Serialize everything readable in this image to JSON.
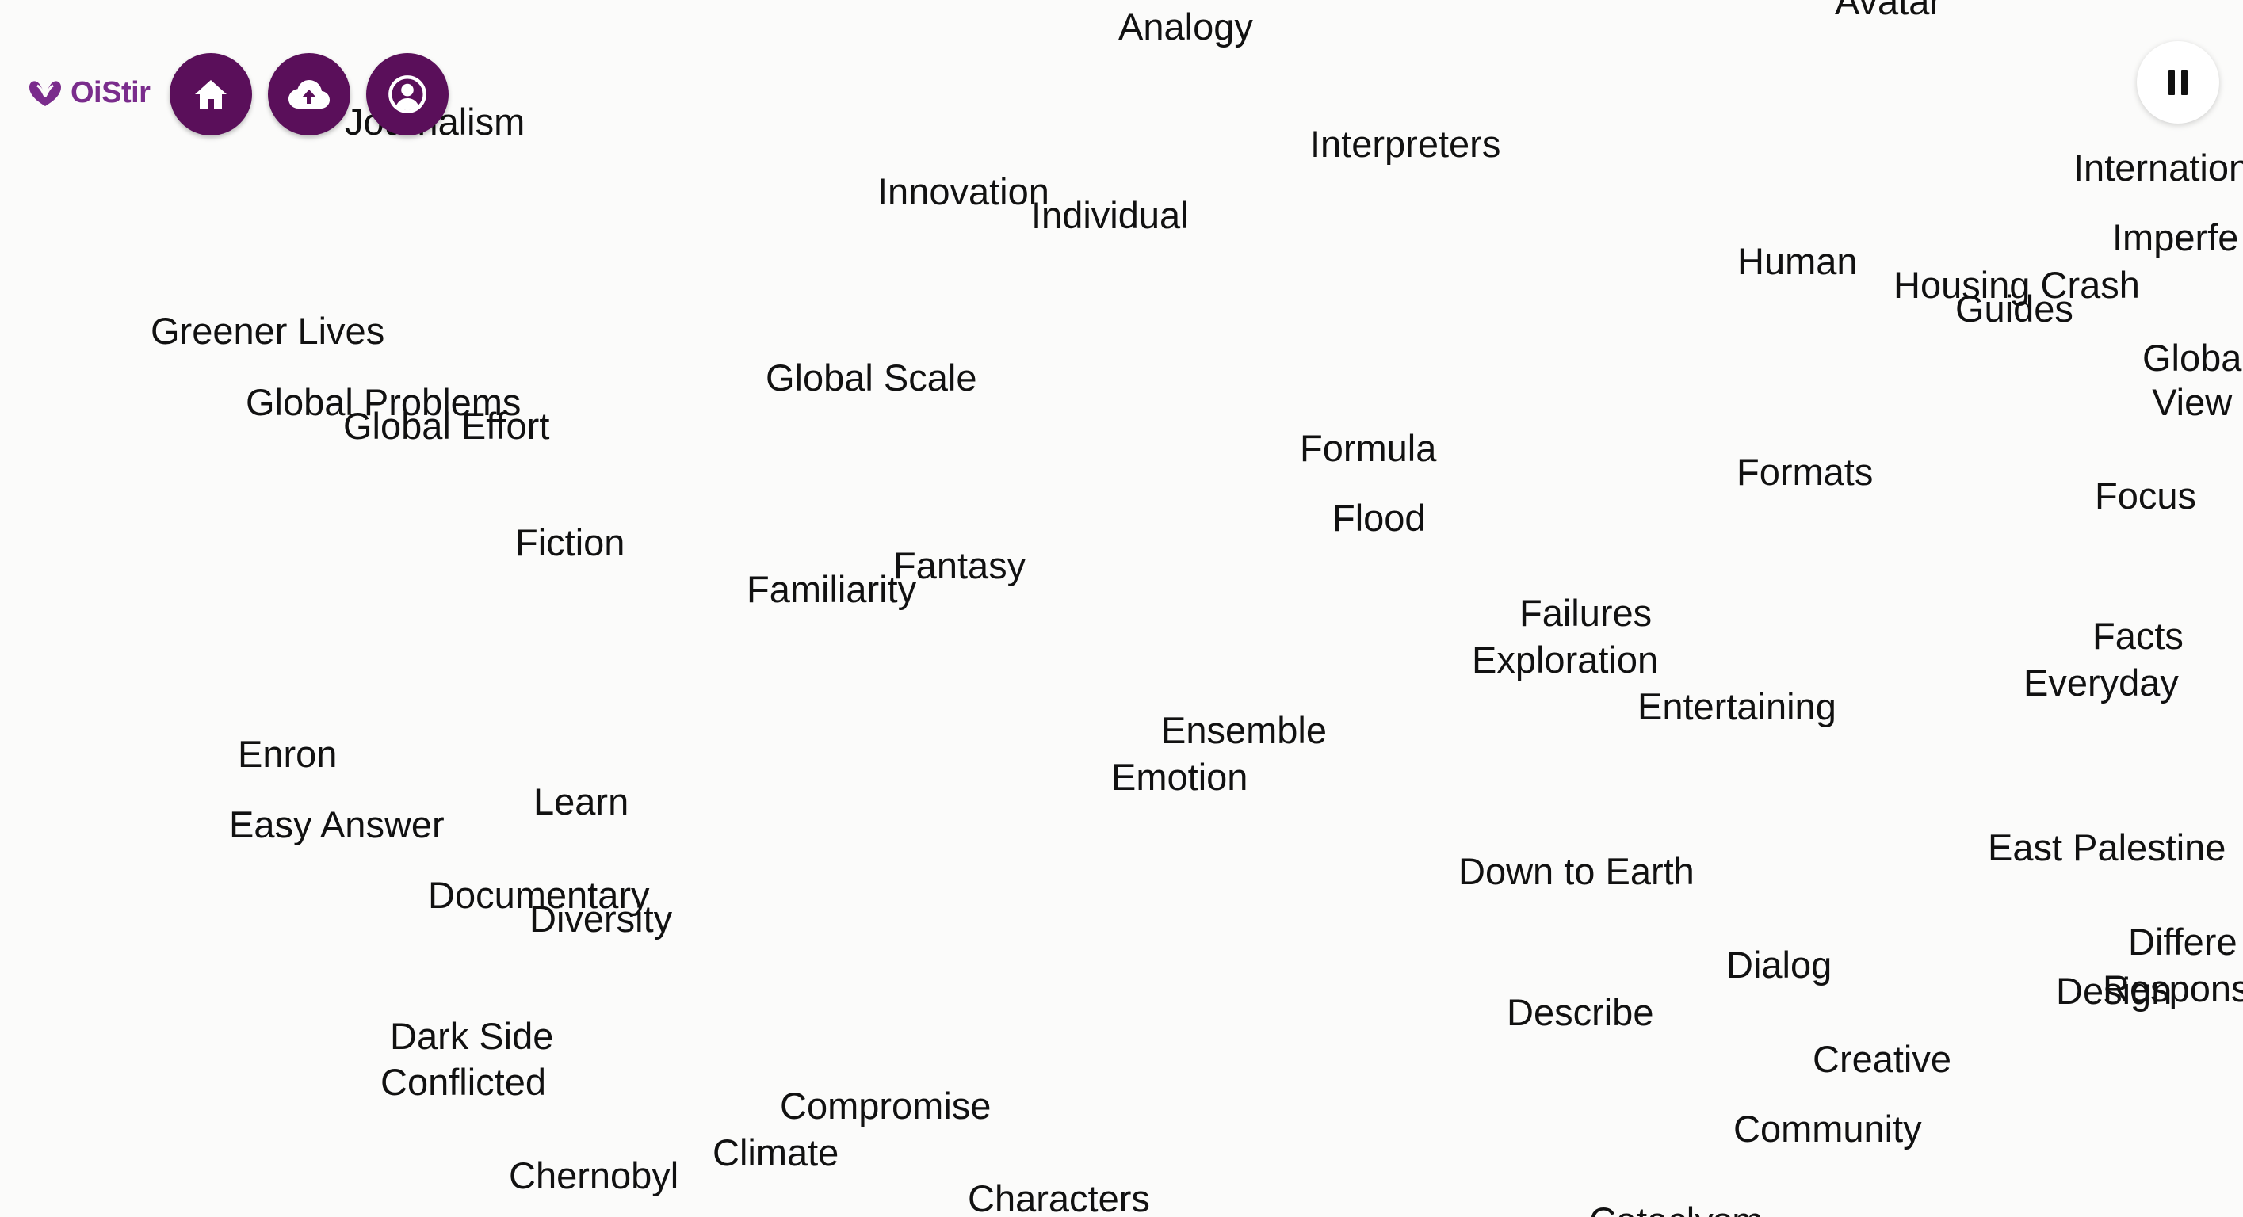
{
  "app": {
    "logo_text": "OiStir",
    "brand_color": "#5a0f5a",
    "logo_color": "#7a2c8c"
  },
  "toolbar": {
    "home_icon": "home-icon",
    "upload_icon": "cloud-upload-icon",
    "profile_icon": "user-profile-icon",
    "pause_icon": "pause-icon"
  },
  "words": [
    "Analogy",
    "Avatar",
    "Journalism",
    "Interpreters",
    "Internation",
    "Innovation",
    "Individual",
    "Imperfe",
    "Human",
    "Housing Crash",
    "Guides",
    "Greener Lives",
    "Global Scale",
    "Globa\nView",
    "Global Problems",
    "Global Effort",
    "Formula",
    "Formats",
    "Focus",
    "Flood",
    "Fiction",
    "Fantasy",
    "Familiarity",
    "Failures",
    "Facts",
    "Exploration",
    "Everyday",
    "Entertaining",
    "Ensemble",
    "Enron",
    "Emotion",
    "Learn",
    "Easy Answer",
    "East Palestine",
    "Down to Earth",
    "Documentary",
    "Diversity",
    "Differe",
    "Dialog",
    "Respons",
    "Design",
    "Describe",
    "Dark Side",
    "Conflicted",
    "Creative",
    "Compromise",
    "Community",
    "Climate",
    "Chernobyl",
    "Characters",
    "Cataclysm"
  ]
}
